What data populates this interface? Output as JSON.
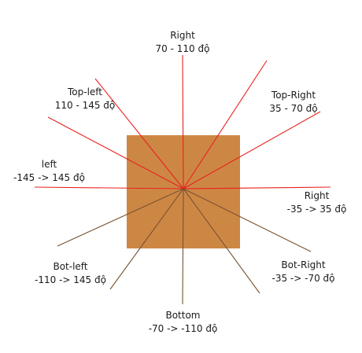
{
  "colors": {
    "square_fill": "#CD8745",
    "upper_ray": "#E8211E",
    "lower_ray": "#7A5330",
    "text": "#1A1A1A",
    "background": "#FFFFFF"
  },
  "labels": {
    "right_top": {
      "name": "Right",
      "range": "70 - 110 độ"
    },
    "top_left": {
      "name": "Top-left",
      "range": "110 - 145 độ"
    },
    "top_right": {
      "name": "Top-Right",
      "range": "35 - 70 độ"
    },
    "left": {
      "name": "left",
      "range": "-145 -> 145 độ"
    },
    "right": {
      "name": "Right",
      "range": "-35 -> 35 độ"
    },
    "bot_left": {
      "name": "Bot-left",
      "range": "-110 -> 145 độ"
    },
    "bot_right": {
      "name": "Bot-Right",
      "range": "-35 -> -70 độ"
    },
    "bottom": {
      "name": "Bottom",
      "range": "-70 -> -110 độ"
    }
  }
}
